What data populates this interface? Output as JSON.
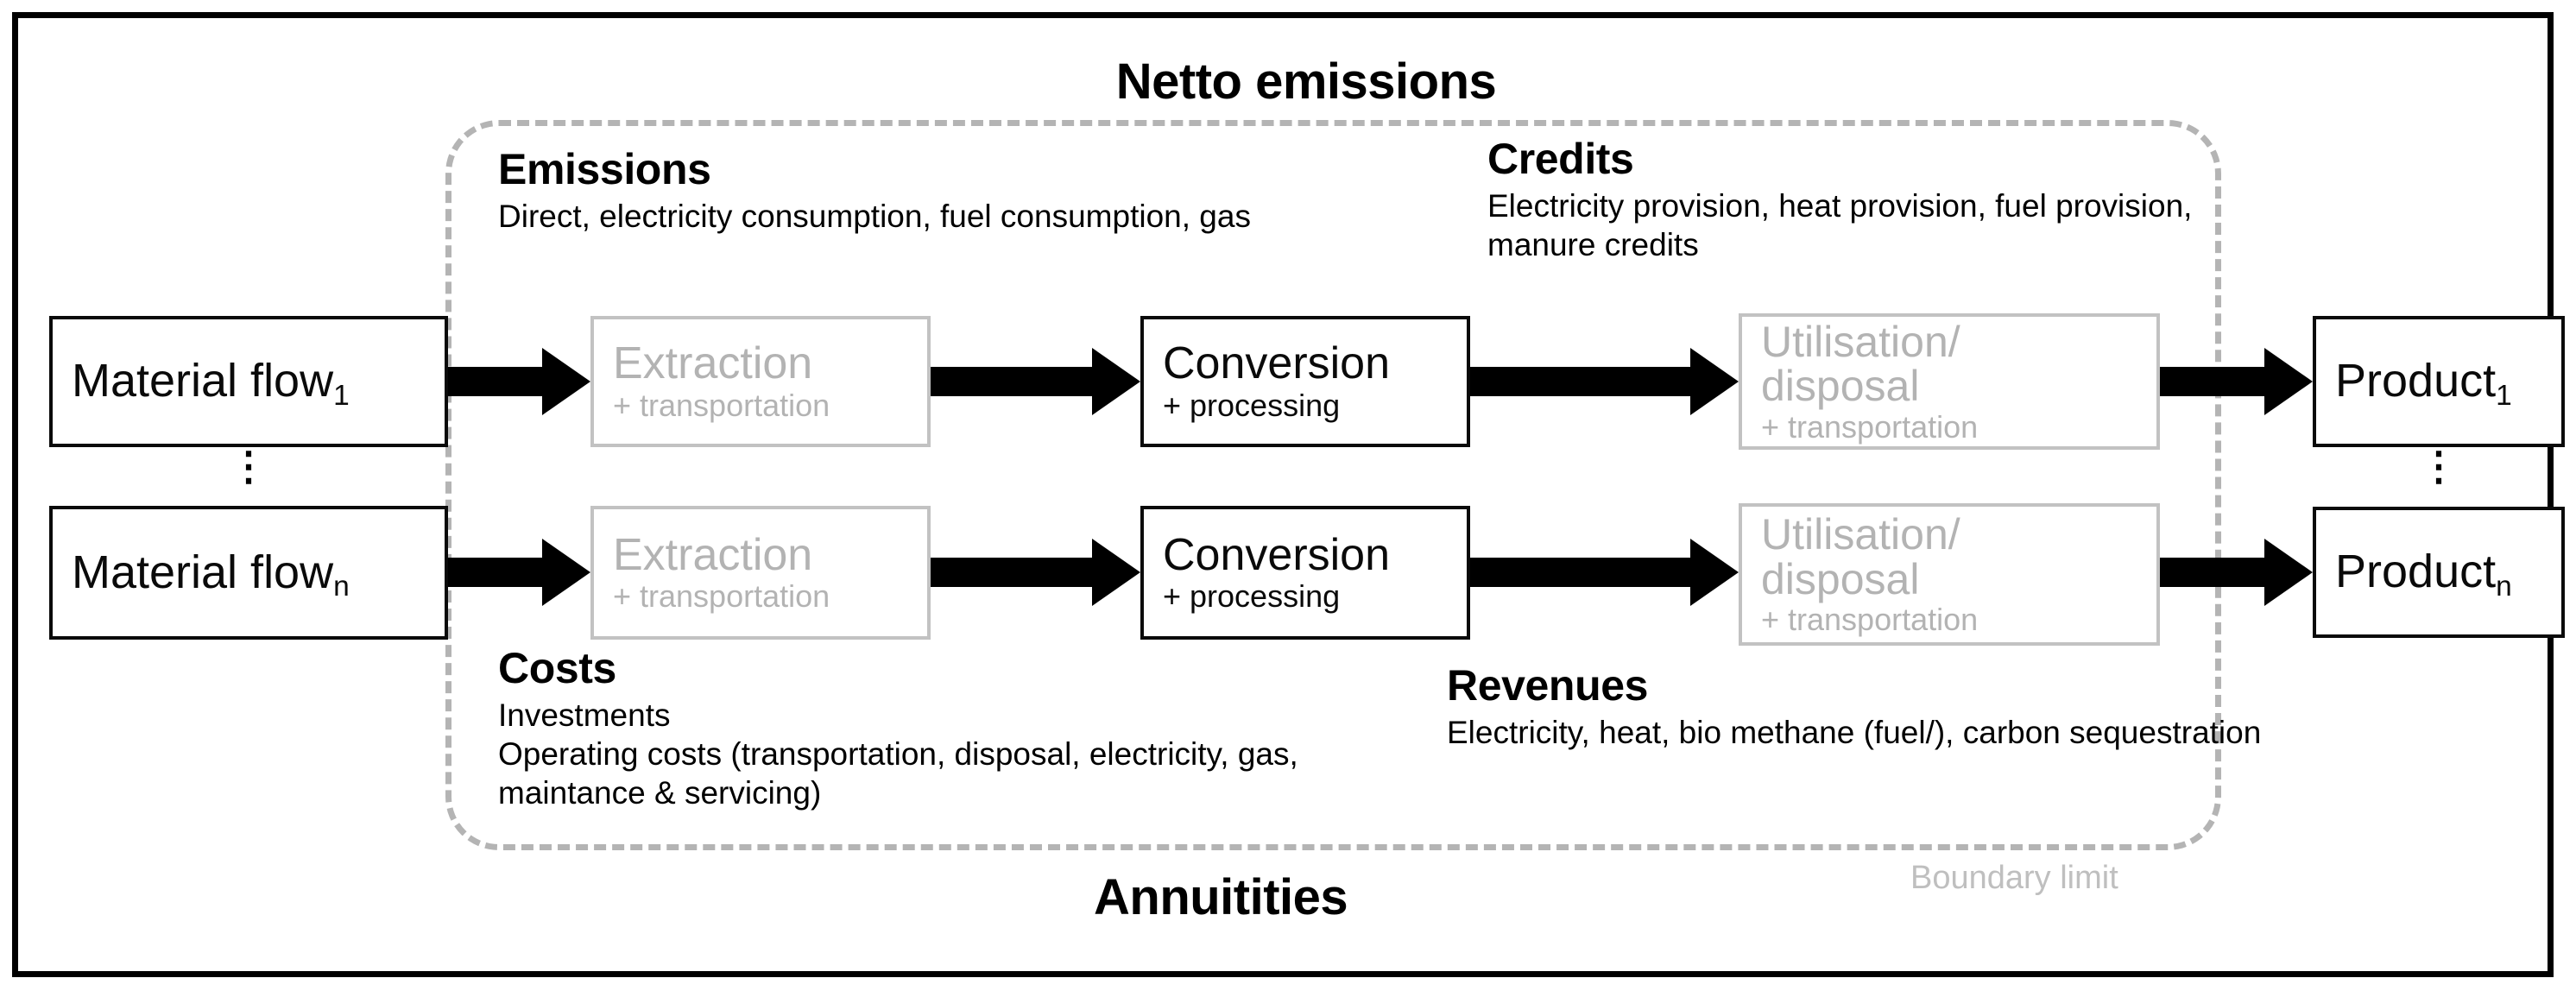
{
  "diagram": {
    "title_top": "Netto emissions",
    "title_bottom": "Annuitities",
    "boundary_label": "Boundary limit",
    "ellipsis": "⋮"
  },
  "annotations": {
    "emissions": {
      "heading": "Emissions",
      "body": "Direct, electricity consumption, fuel consumption, gas"
    },
    "credits": {
      "heading": "Credits",
      "body": "Electricity provision, heat provision, fuel provision, manure credits"
    },
    "costs": {
      "heading": "Costs",
      "body": "Investments\nOperating costs (transportation, disposal, electricity, gas, maintance & servicing)"
    },
    "revenues": {
      "heading": "Revenues",
      "body": "Electricity, heat, bio methane (fuel/), carbon sequestration"
    }
  },
  "rows": [
    {
      "input": {
        "label": "Material flow",
        "sub": "1"
      },
      "extraction": {
        "label": "Extraction",
        "sub_label": "+ transportation"
      },
      "conversion": {
        "label": "Conversion",
        "sub_label": "+ processing"
      },
      "utilisation": {
        "label": "Utilisation/\ndisposal",
        "sub_label": "+ transportation"
      },
      "output": {
        "label": "Product",
        "sub": "1"
      }
    },
    {
      "input": {
        "label": "Material flow",
        "sub": "n"
      },
      "extraction": {
        "label": "Extraction",
        "sub_label": "+ transportation"
      },
      "conversion": {
        "label": "Conversion",
        "sub_label": "+ processing"
      },
      "utilisation": {
        "label": "Utilisation/\ndisposal",
        "sub_label": "+ transportation"
      },
      "output": {
        "label": "Product",
        "sub": "n"
      }
    }
  ],
  "colors": {
    "frame": "#000000",
    "boundary_dash": "#b4b4b4",
    "active_stage": "#0a0a0a",
    "inactive_stage": "#b3b3b3",
    "arrow": "#000000"
  }
}
